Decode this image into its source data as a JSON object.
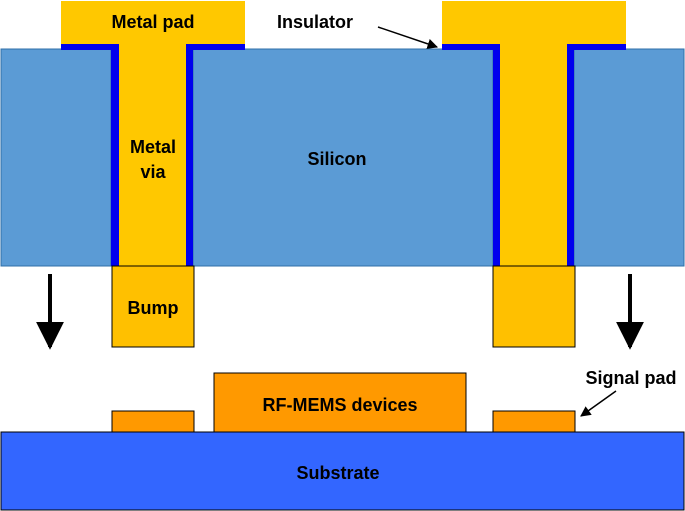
{
  "labels": {
    "metal_pad": "Metal pad",
    "insulator": "Insulator",
    "metal_via_line1": "Metal",
    "metal_via_line2": "via",
    "silicon": "Silicon",
    "bump": "Bump",
    "signal_pad": "Signal pad",
    "rf_mems": "RF-MEMS devices",
    "substrate": "Substrate"
  },
  "colors": {
    "silicon": "#5b9bd5",
    "insulator": "#0000ee",
    "metal": "#ffc800",
    "bump": "#ffc000",
    "device": "#ff9900",
    "substrate": "#3366ff",
    "outline": "#000000"
  }
}
